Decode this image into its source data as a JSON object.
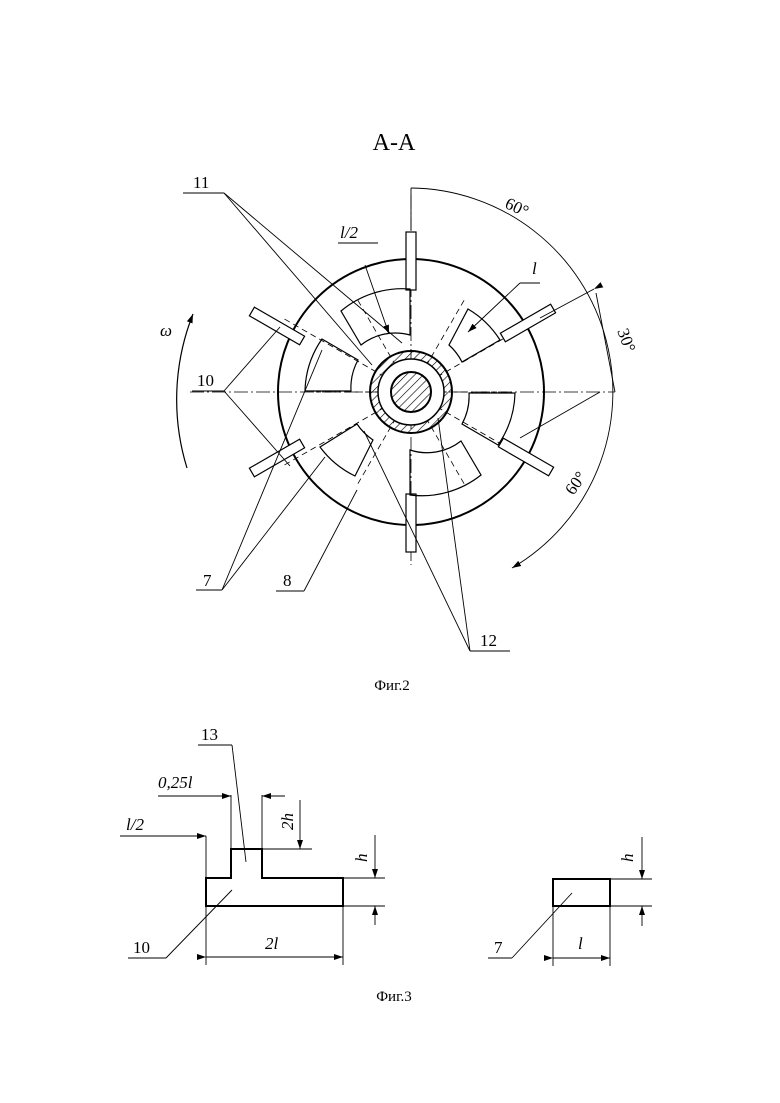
{
  "section_title": "А-А",
  "fig2": {
    "caption": "Фиг.2",
    "omega": "ω",
    "angles": {
      "top": "60°",
      "middle": "30°",
      "bottom": "60°"
    },
    "dims": {
      "half_l": "l/2",
      "l": "l"
    },
    "labels": {
      "blade": "10",
      "disk": "11",
      "vane": "7",
      "hub": "8",
      "ring": "12"
    }
  },
  "fig3": {
    "caption": "Фиг.3",
    "label_13": "13",
    "label_10": "10",
    "label_7": "7",
    "dim_025l": "0,25l",
    "dim_half_l": "l/2",
    "dim_2h": "2h",
    "dim_h_left": "h",
    "dim_h_right": "h",
    "dim_2l": "2l",
    "dim_l": "l"
  }
}
